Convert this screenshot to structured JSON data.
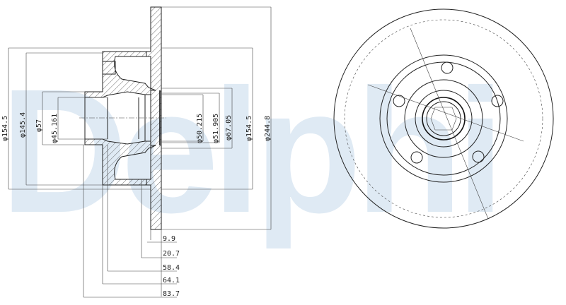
{
  "watermark": "Delphi",
  "side_view": {
    "diameters_left": [
      "φ154.5",
      "φ145.4",
      "φ57",
      "φ45.161"
    ],
    "diameters_right": [
      "φ50.215",
      "φ51.905",
      "φ67.05",
      "φ154.5",
      "φ244.8"
    ],
    "lengths": [
      "9.9",
      "20.7",
      "58.4",
      "64.1",
      "83.7"
    ]
  },
  "front_view": {
    "bolt_holes": 5
  },
  "colors": {
    "line": "#222222",
    "watermark": "#dfeaf4"
  }
}
